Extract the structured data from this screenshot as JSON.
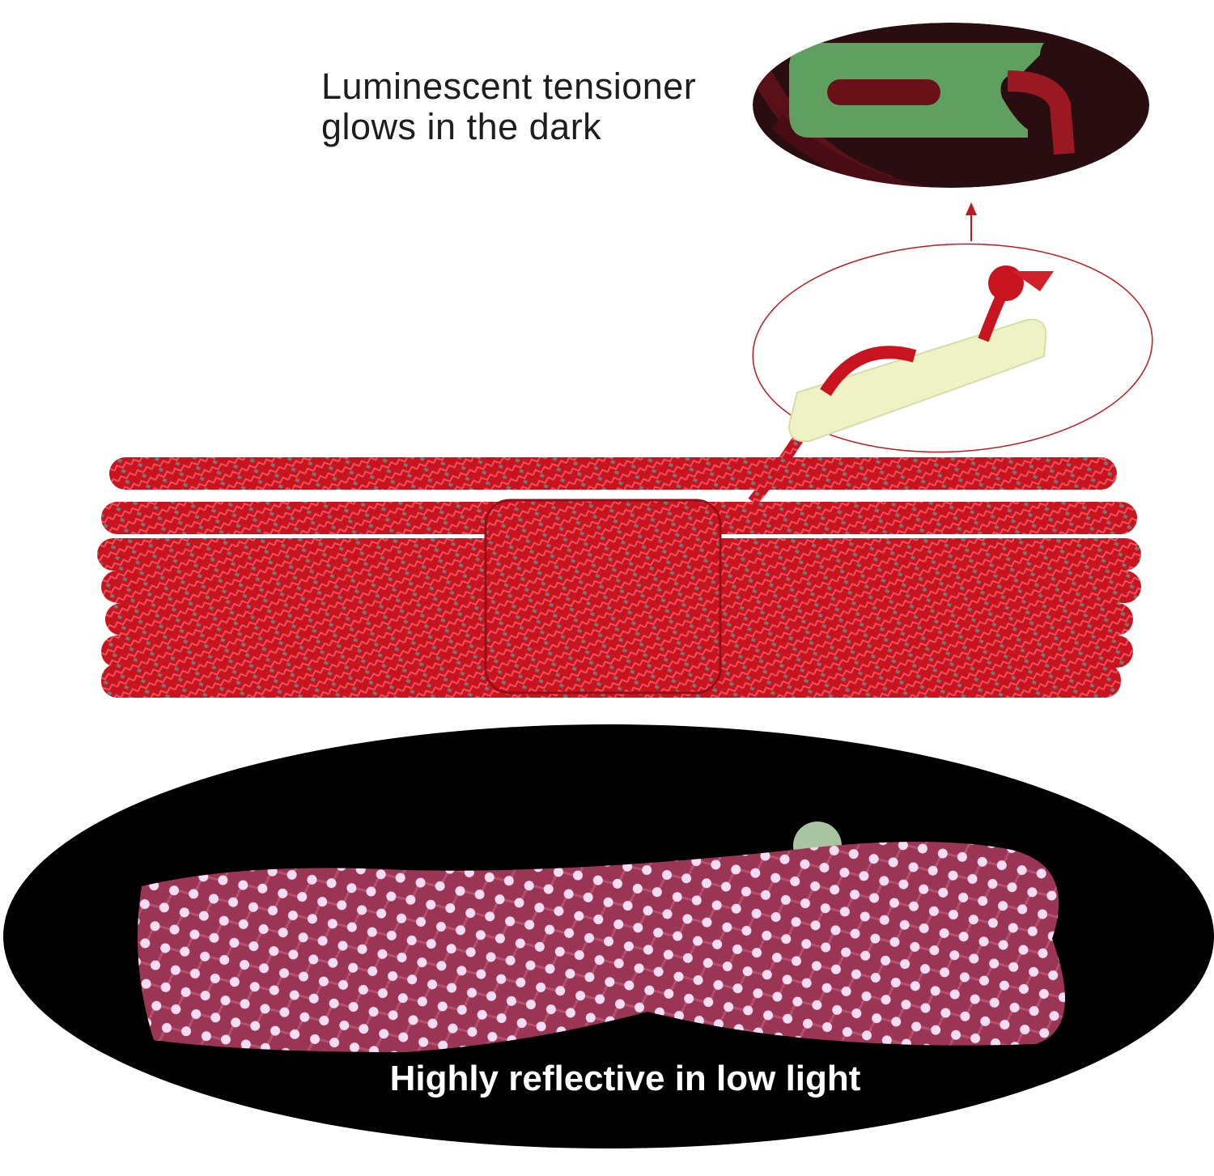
{
  "captions": {
    "top_line1": "Luminescent tensioner",
    "top_line2": "glows in the dark",
    "bottom": "Highly reflective in low light"
  },
  "colors": {
    "rope": "#c8141e",
    "glow_green": "#5fa060",
    "tensioner": "#eef2c4",
    "reflective": "#f2d6ee",
    "accent_line": "#c0181e"
  }
}
